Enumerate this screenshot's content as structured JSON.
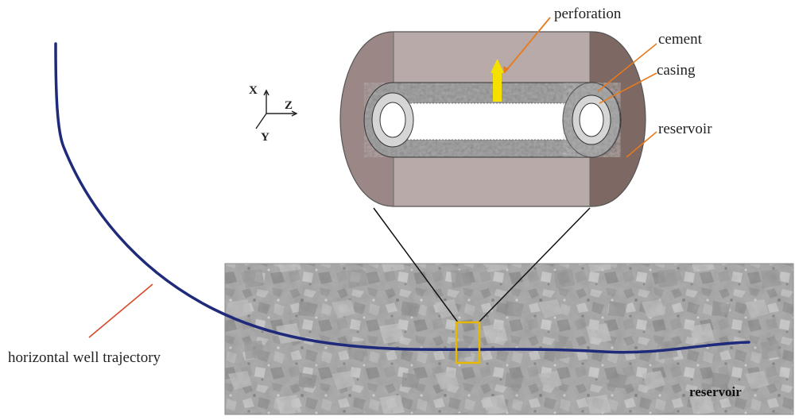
{
  "labels": {
    "perforation": "perforation",
    "cement": "cement",
    "casing": "casing",
    "reservoir_detail": "reservoir",
    "reservoir_main": "reservoir",
    "well_trajectory": "horizontal well trajectory"
  },
  "axes": {
    "x": "X",
    "y": "Y",
    "z": "Z"
  },
  "colors": {
    "trajectory": "#1f2a7a",
    "perforation": "#f5e000",
    "highlight_box": "#e8b800",
    "leader": "#e87a1e",
    "reservoir_block": "#a5a5a5",
    "detail_light": "#b7aaa8",
    "detail_mid": "#9b8886",
    "detail_dark": "#7d6863",
    "cement": "#8e8e8e",
    "casing": "#d5d5d5"
  }
}
